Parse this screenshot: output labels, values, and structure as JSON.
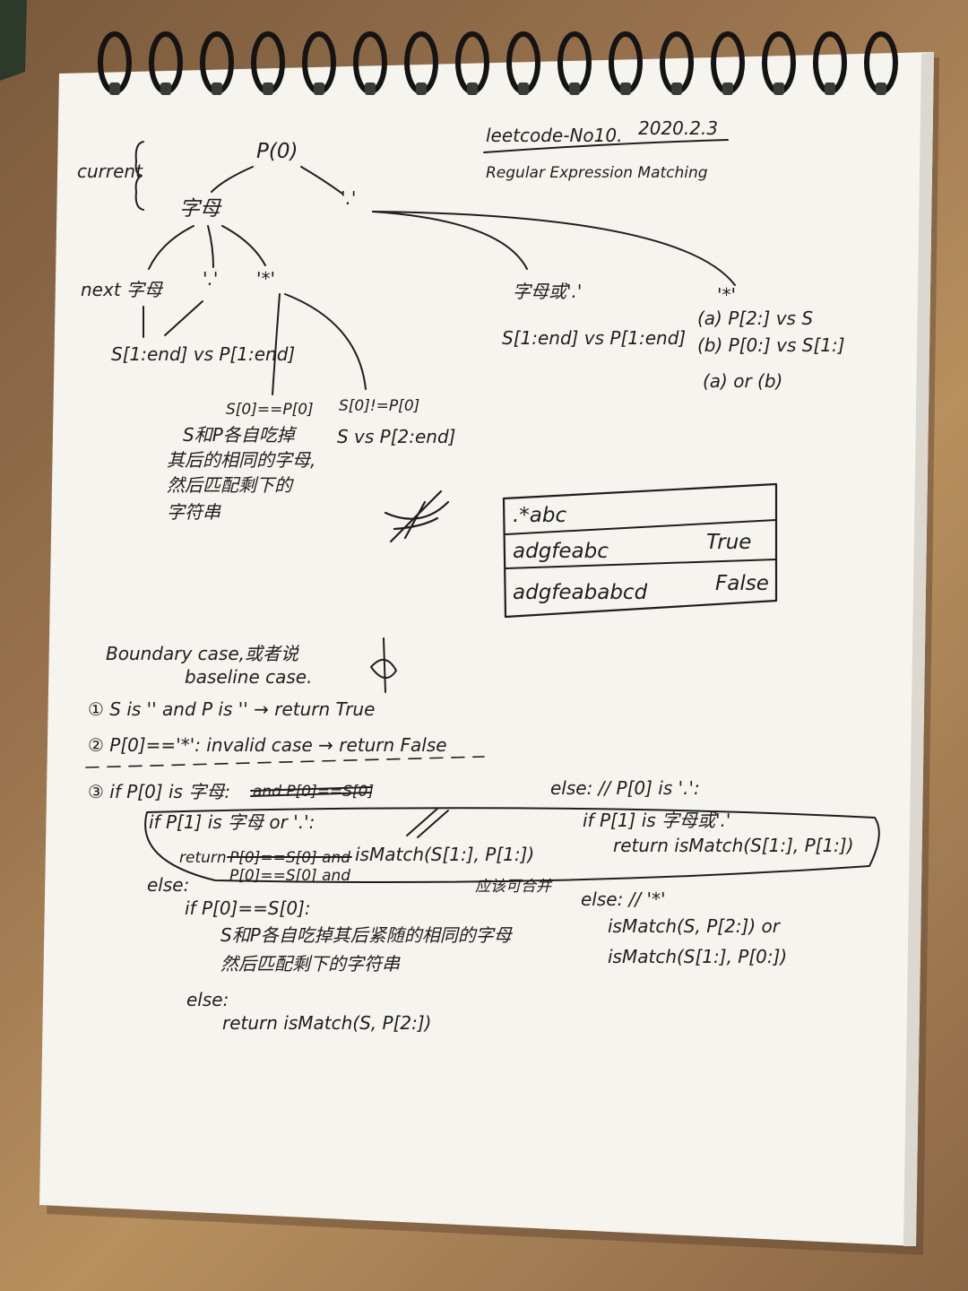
{
  "header": {
    "title": "leetcode-No10.",
    "date": "2020.2.3",
    "subtitle": "Regular Expression Matching"
  },
  "tree": {
    "side_label": "current",
    "root": "P(0)",
    "letter": "字母",
    "dot": "'.'",
    "next_letter": "next 字母",
    "dot2": "'.'",
    "star": "'*'",
    "s_rest": "S[1:end] vs P[1:end]",
    "eq_cond": "S[0]==P[0]",
    "eq_text": [
      "S和P各自吃掉",
      "其后的相同的字母,",
      "然后匹配剩下的",
      "字符串"
    ],
    "neq_cond": "S[0]!=P[0]",
    "neq_action": "S vs P[2:end]",
    "letter_or_dot": "字母或'.'",
    "dot_rest": "S[1:end] vs P[1:end]",
    "star2": "'*'",
    "opt_a": "(a) P[2:] vs S",
    "opt_b": "(b) P[0:] vs S[1:]",
    "opt_ab": "(a) or (b)"
  },
  "example_table": {
    "rows": [
      {
        "text": ".*abc",
        "result": ""
      },
      {
        "text": "adgfeabc",
        "result": "True"
      },
      {
        "text": "adgfeababcd",
        "result": "False"
      }
    ]
  },
  "boundary": {
    "title": "Boundary case,或者说",
    "subtitle": "baseline case.",
    "case1": "① S is '' and P is '' → return True",
    "case2": "② P[0]=='*': invalid case → return False",
    "case3_head": "③ if P[0] is 字母:",
    "case3_struck": "and P[0]==S[0]",
    "inner_if": "if P[1] is 字母 or '.':",
    "return_prefix": "return",
    "return_struck": "P[0]==S[0] and",
    "return_call": "isMatch(S[1:], P[1:])",
    "return_below": "P[0]==S[0] and",
    "merge_note": "应该可合并",
    "else1": "else:",
    "if_eq": "if P[0]==S[0]:",
    "eq_line1": "S和P各自吃掉其后紧随的相同的字母",
    "eq_line2": "然后匹配剩下的字符串",
    "else2": "else:",
    "return_skip": "return isMatch(S, P[2:])"
  },
  "right_branch": {
    "else_dot": "else: // P[0] is '.':",
    "if_line": "if P[1] is 字母或'.'",
    "return_line": "return isMatch(S[1:], P[1:])",
    "else_star": "else: // '*'",
    "call1": "isMatch(S, P[2:]) or",
    "call2": "isMatch(S[1:], P[0:])"
  }
}
